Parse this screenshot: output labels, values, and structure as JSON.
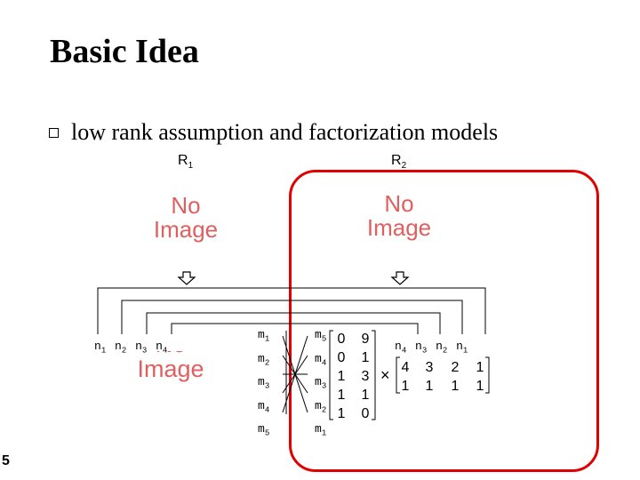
{
  "slide": {
    "title": "Basic Idea",
    "bullet": "low rank assumption and factorization models",
    "page_number": "5"
  },
  "labels": {
    "r1_main": "R",
    "r1_sub": "1",
    "r2_main": "R",
    "r2_sub": "2"
  },
  "placeholders": {
    "no_image_line1": "No",
    "no_image_line2": "Image"
  },
  "n_left": [
    {
      "main": "n",
      "sub": "1"
    },
    {
      "main": "n",
      "sub": "2"
    },
    {
      "main": "n",
      "sub": "3"
    },
    {
      "main": "n",
      "sub": "4"
    }
  ],
  "n_right": [
    {
      "main": "n",
      "sub": "4"
    },
    {
      "main": "n",
      "sub": "3"
    },
    {
      "main": "n",
      "sub": "2"
    },
    {
      "main": "n",
      "sub": "1"
    }
  ],
  "m_left": [
    {
      "main": "m",
      "sub": "1"
    },
    {
      "main": "m",
      "sub": "2"
    },
    {
      "main": "m",
      "sub": "3"
    },
    {
      "main": "m",
      "sub": "4"
    },
    {
      "main": "m",
      "sub": "5"
    }
  ],
  "m_right": [
    {
      "main": "m",
      "sub": "5"
    },
    {
      "main": "m",
      "sub": "4"
    },
    {
      "main": "m",
      "sub": "3"
    },
    {
      "main": "m",
      "sub": "2"
    },
    {
      "main": "m",
      "sub": "1"
    }
  ],
  "matrix_left": [
    [
      "0",
      "9"
    ],
    [
      "0",
      "1"
    ],
    [
      "1",
      "3"
    ],
    [
      "1",
      "1"
    ],
    [
      "1",
      "0"
    ]
  ],
  "matrix_right": [
    [
      "4",
      "3",
      "2",
      "1"
    ],
    [
      "1",
      "1",
      "1",
      "1"
    ]
  ],
  "operator": "×"
}
